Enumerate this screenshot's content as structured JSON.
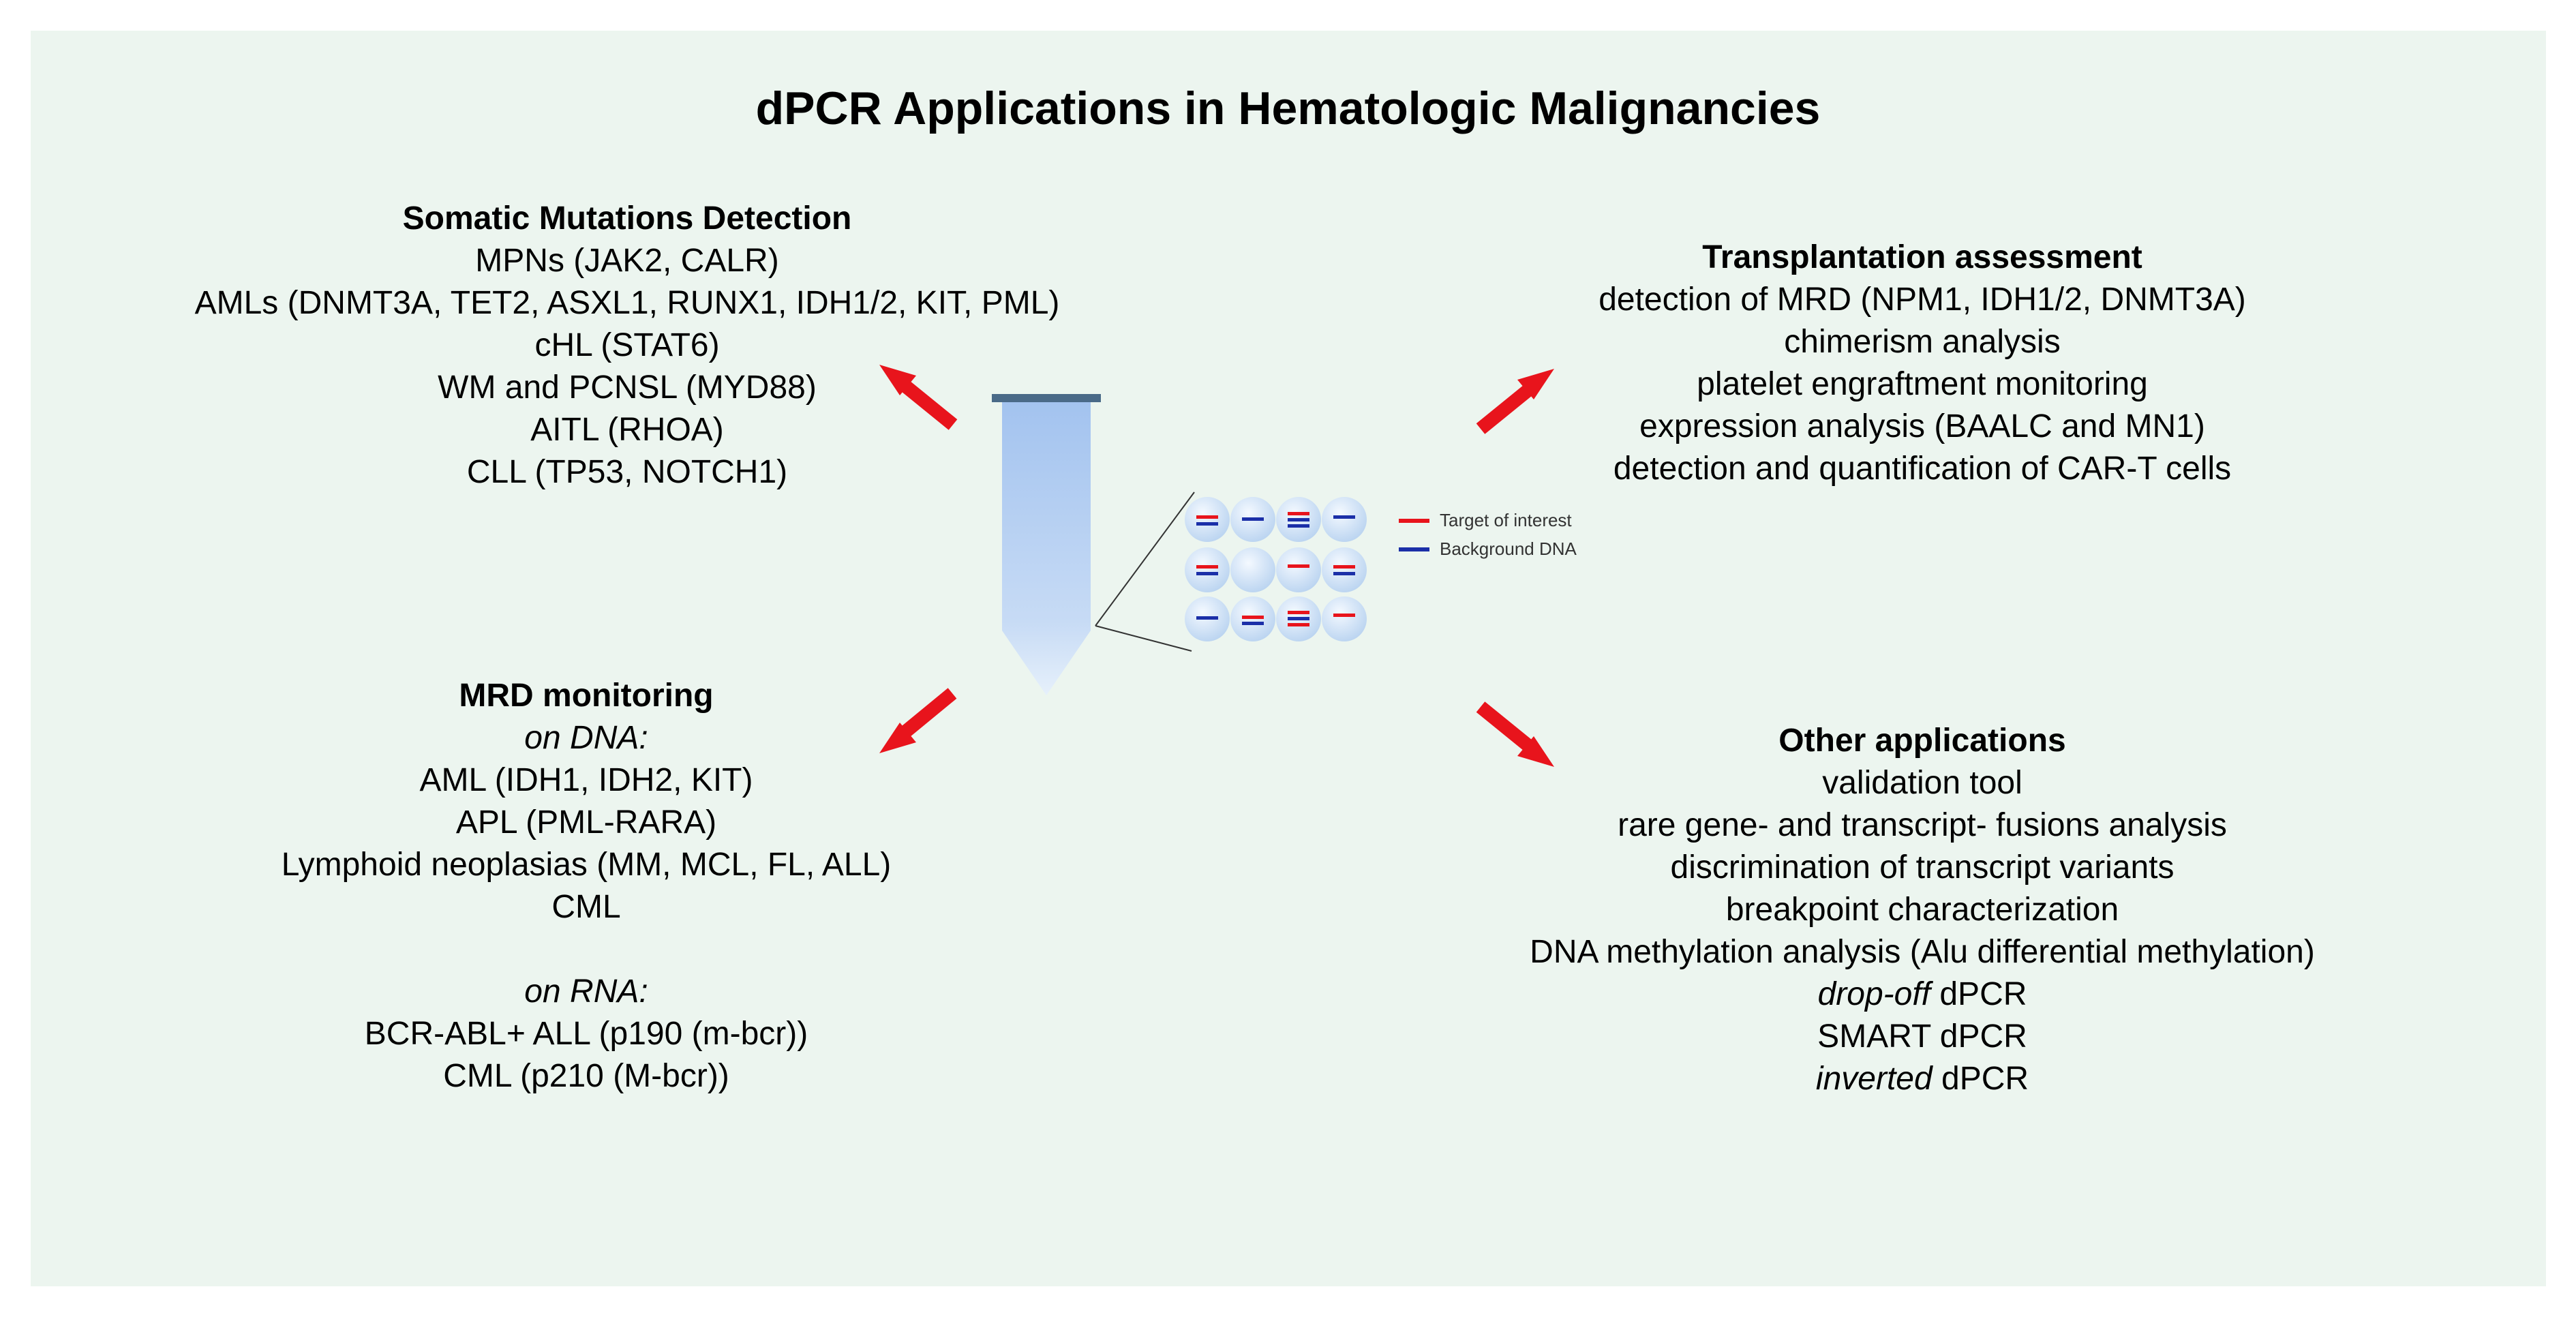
{
  "title": "dPCR Applications in Hematologic Malignancies",
  "somatic": {
    "heading": "Somatic Mutations Detection",
    "items": [
      "MPNs (JAK2, CALR)",
      "AMLs (DNMT3A, TET2, ASXL1, RUNX1, IDH1/2, KIT, PML)",
      "cHL (STAT6)",
      "WM and PCNSL (MYD88)",
      "AITL (RHOA)",
      "CLL (TP53, NOTCH1)"
    ]
  },
  "transplant": {
    "heading": "Transplantation assessment",
    "items": [
      "detection of MRD (NPM1, IDH1/2, DNMT3A)",
      "chimerism analysis",
      "platelet engraftment monitoring",
      "expression analysis (BAALC and MN1)",
      "detection and quantification of CAR-T cells"
    ]
  },
  "mrd": {
    "heading": "MRD monitoring",
    "dna_label": "on DNA:",
    "dna_items": [
      "AML (IDH1, IDH2, KIT)",
      "APL (PML-RARA)",
      "Lymphoid neoplasias (MM, MCL, FL, ALL)",
      "CML"
    ],
    "rna_label": "on RNA:",
    "rna_items": [
      "BCR-ABL+ ALL (p190 (m-bcr))",
      "CML (p210 (M-bcr))"
    ]
  },
  "other": {
    "heading": "Other applications",
    "items": [
      "validation tool",
      "rare gene- and transcript- fusions analysis",
      "discrimination of transcript variants",
      "breakpoint characterization",
      "DNA methylation analysis (Alu differential methylation)"
    ],
    "drop_off_em": "drop-off",
    "drop_off_rest": " dPCR",
    "smart": "SMART dPCR",
    "inverted_em": "inverted",
    "inverted_rest": " dPCR"
  },
  "legend": {
    "target": "Target of interest",
    "background": "Background DNA"
  },
  "colors": {
    "panel_bg": "#ecf5ef",
    "arrow": "#e8141c",
    "target": "#e8141c",
    "background": "#1b2fa8",
    "tube": "#a9c8f0"
  }
}
